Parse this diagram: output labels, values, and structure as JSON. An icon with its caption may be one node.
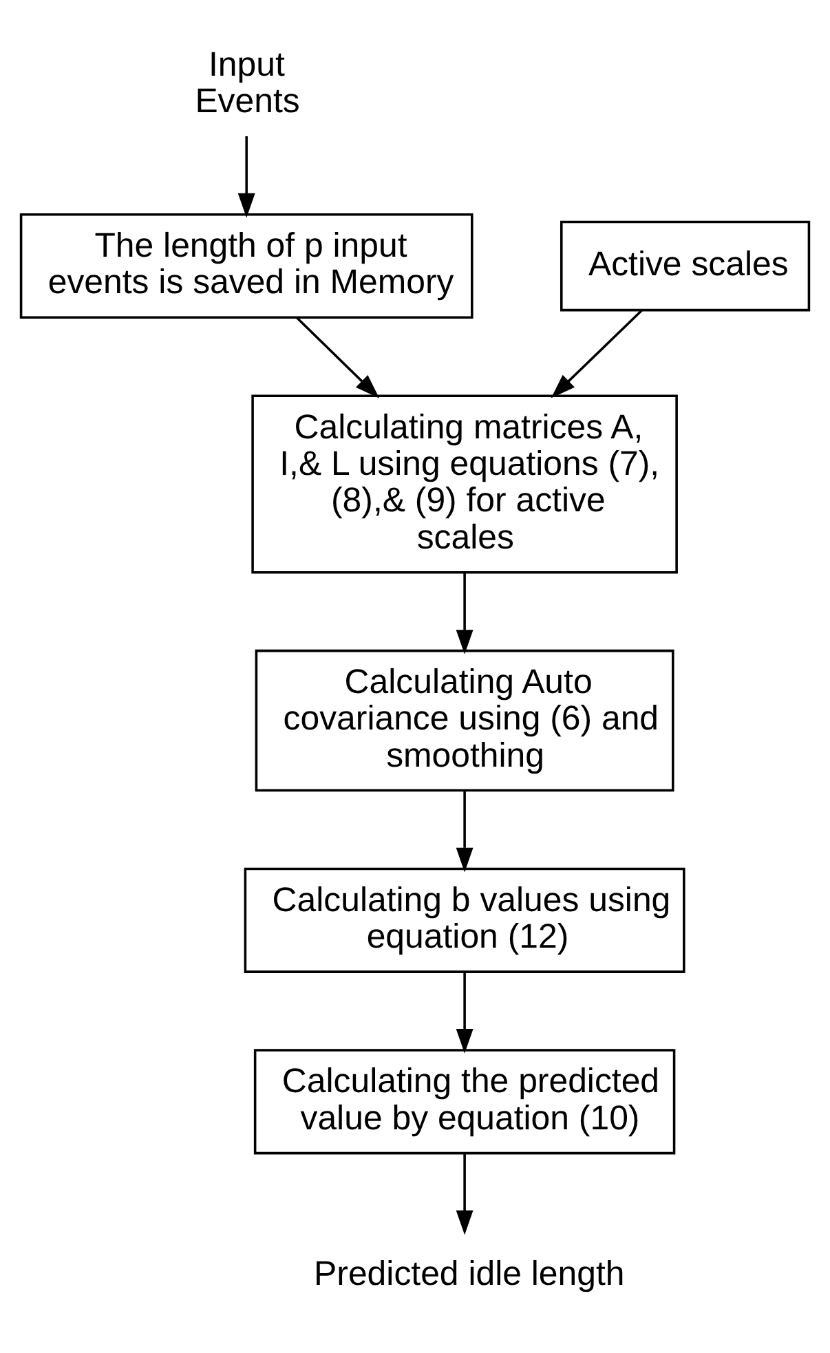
{
  "diagram": {
    "nodes": [
      {
        "text": [
          "Input Events"
        ]
      },
      {
        "text": [
          "The length of p input events is saved in Memory"
        ]
      },
      {
        "text": [
          "Active scales"
        ]
      },
      {
        "text": [
          "Calculating matrices A, I,& L using equations (7), (8),& (9) for active scales"
        ]
      },
      {
        "text": [
          "Calculating Auto covariance using (6) and smoothing"
        ]
      },
      {
        "text": [
          "Calculating b values using equation (12)"
        ]
      },
      {
        "text": [
          "Calculating the predicted value by equation (10)"
        ]
      },
      {
        "text": [
          "Predicted idle length"
        ]
      }
    ],
    "edges": [
      {
        "from": 0,
        "to": 1,
        "arrow": "to"
      },
      {
        "from": 1,
        "to": 3,
        "arrow": "to"
      },
      {
        "from": 2,
        "to": 3,
        "arrow": "to"
      },
      {
        "from": 3,
        "to": 4,
        "arrow": "to"
      },
      {
        "from": 4,
        "to": 5,
        "arrow": "to"
      },
      {
        "from": 5,
        "to": 6,
        "arrow": "to"
      },
      {
        "from": 6,
        "to": 7,
        "arrow": "to"
      }
    ]
  }
}
